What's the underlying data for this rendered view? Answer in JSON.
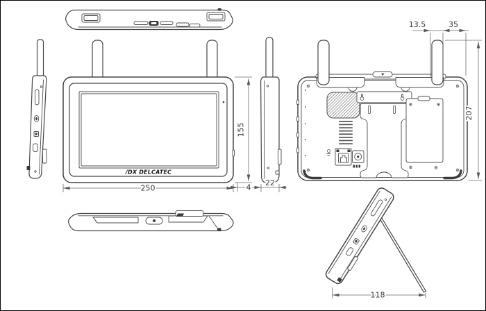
{
  "drawing": {
    "logo_text": "/DX DELCATEC",
    "dims": {
      "front_width": "250",
      "front_height": "155",
      "front_lip": "4",
      "side_depth": "22",
      "antenna_width": "13.5",
      "antenna_to_edge": "35",
      "overall_height": "207",
      "stand_footprint": "118"
    },
    "features": {
      "speaker": "speaker-grille",
      "lan": "lan-port",
      "dc": "dc-jack",
      "battery": "battery-cover",
      "stand": "kickstand",
      "mount": "wall-mount-keyholes",
      "antenna": "antenna"
    },
    "colors": {
      "line": "#454545",
      "dimension_line": "#6a6a6a",
      "text": "#383838",
      "background": "#ffffff"
    }
  }
}
